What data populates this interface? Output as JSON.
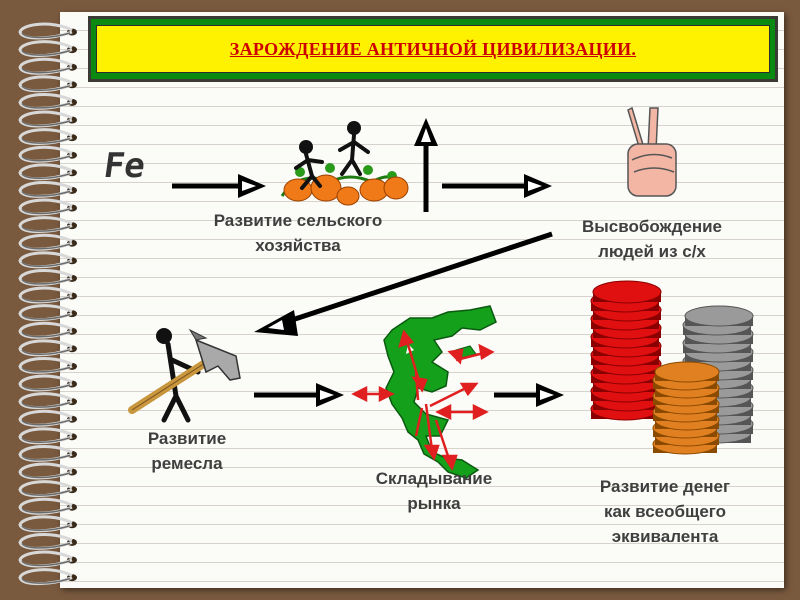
{
  "title": "ЗАРОЖДЕНИЕ АНТИЧНОЙ ЦИВИЛИЗАЦИИ.",
  "iron_symbol": "Fe",
  "labels": {
    "agriculture": "Развитие сельского\nхозяйства",
    "release": "Высвобождение\nлюдей из с/х",
    "crafts": "Развитие\nремесла",
    "market": "Складывание\nрынка",
    "money": "Развитие денег\nкак всеобщего\nэквивалента"
  },
  "icons": [
    "spiral-binding-icon",
    "pumpkin-farmers-icon",
    "victory-hand-icon",
    "hammer-man-icon",
    "greece-map-icon",
    "coin-stacks-icon"
  ],
  "colors": {
    "title_frame": "#0b8a12",
    "title_fill": "#fff200",
    "title_text": "#cc0000",
    "map_green": "#14a01a",
    "map_arrows": "#e02020",
    "coins_red": "#e01010",
    "coins_gray": "#8a8a8a",
    "coins_orange": "#e08020"
  }
}
